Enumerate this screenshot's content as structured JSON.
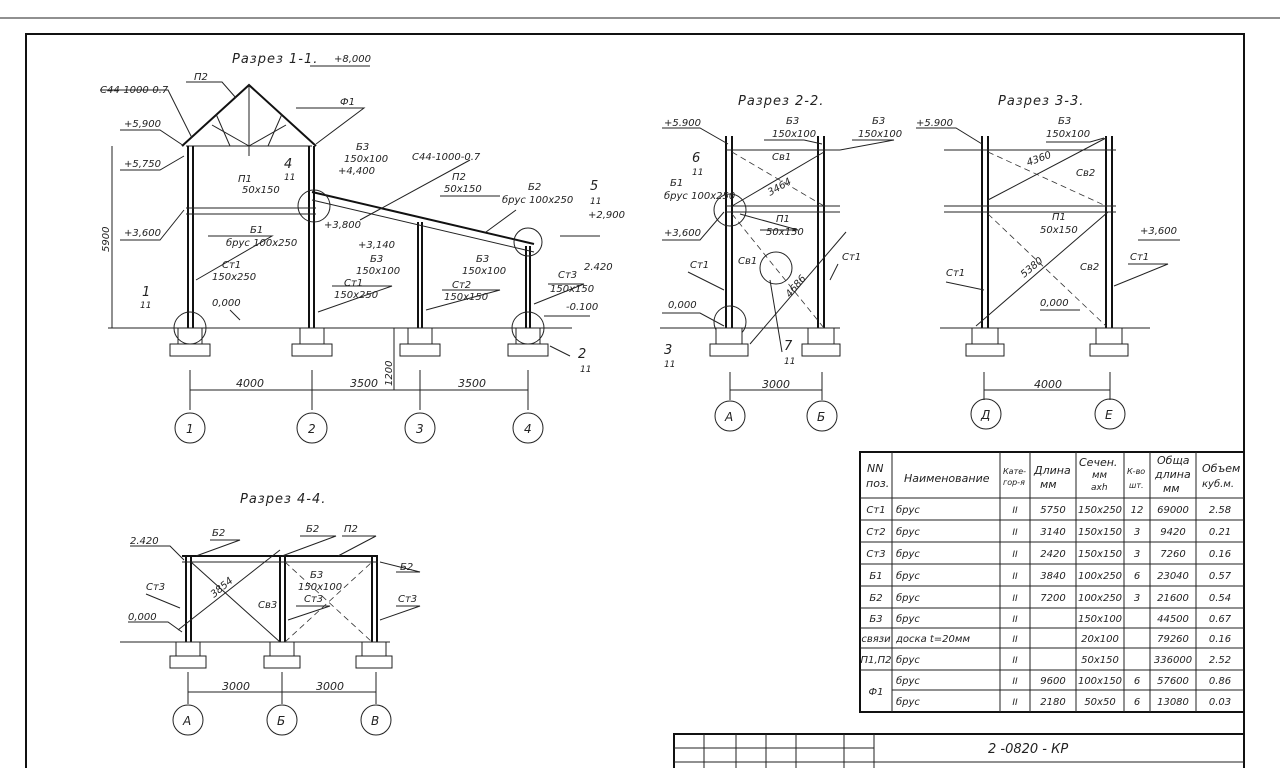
{
  "sections": {
    "s11": {
      "title": "Разрез 1-1.",
      "labels": {
        "c44_a": "С44-1000-0.7",
        "c44_b": "С44-1000-0.7",
        "p2_top": "П2",
        "f1": "Ф1",
        "b3_top": "Б3",
        "b3_top_sec": "150x100",
        "p1": "П1",
        "p1_sec": "50x150",
        "b1": "Б1",
        "b1_sec": "брус 100x250",
        "p2_mid": "П2",
        "p2_mid_sec": "50x150",
        "b2": "Б2",
        "b2_sec": "брус 100x250",
        "b3_mid": "Б3",
        "b3_mid_sec": "150x100",
        "b3_low": "Б3",
        "b3_low_sec": "150x100",
        "st1_a": "Ст1",
        "st1_a_sec": "150x250",
        "st1_b": "Ст1",
        "st1_b_sec": "150x250",
        "st2": "Ст2",
        "st2_sec": "150x150",
        "st3": "Ст3",
        "st3_sec": "150x150",
        "height": "5900",
        "col_gap": "1200"
      },
      "levels": [
        "+8,000",
        "+5,900",
        "+5,750",
        "+4,400",
        "+3,800",
        "+3,600",
        "+3,140",
        "+2,900",
        "2.420",
        "0,000",
        "-0.100"
      ],
      "callouts": [
        {
          "num": "4",
          "sheet": "11"
        },
        {
          "num": "5",
          "sheet": "11"
        },
        {
          "num": "1",
          "sheet": "11"
        },
        {
          "num": "2",
          "sheet": "11"
        }
      ],
      "dims": [
        "4000",
        "3500",
        "3500"
      ],
      "axes": [
        "1",
        "2",
        "3",
        "4"
      ]
    },
    "s22": {
      "title": "Разрез 2-2.",
      "labels": {
        "b3": "Б3",
        "b3_sec": "150x100",
        "sv1_a": "Св1",
        "sv1_b": "Св1",
        "b1": "Б1",
        "b1_sec": "брус 100x250",
        "p1": "П1",
        "p1_sec": "50x150",
        "st1_a": "Ст1",
        "st1_b": "Ст1",
        "diag_a": "3464",
        "diag_b": "4686"
      },
      "levels": [
        "+5.900",
        "+3,600",
        "0,000"
      ],
      "callouts": [
        {
          "num": "6",
          "sheet": "11"
        },
        {
          "num": "3",
          "sheet": "11"
        },
        {
          "num": "7",
          "sheet": "11"
        }
      ],
      "dims": [
        "3000"
      ],
      "axes": [
        "А",
        "Б"
      ]
    },
    "s33": {
      "title": "Разрез 3-3.",
      "labels": {
        "b3": "Б3",
        "b3_sec": "150x100",
        "sv2_a": "Св2",
        "sv2_b": "Св2",
        "p1": "П1",
        "p1_sec": "50x150",
        "st1_a": "Ст1",
        "st1_b": "Ст1",
        "diag_a": "4360",
        "diag_b": "5380"
      },
      "levels": [
        "+5.900",
        "+3,600",
        "0,000"
      ],
      "dims": [
        "4000"
      ],
      "axes": [
        "Д",
        "Е"
      ]
    },
    "s44": {
      "title": "Разрез 4-4.",
      "labels": {
        "b2_a": "Б2",
        "b2_b": "Б2",
        "b2_c": "Б2",
        "p2": "П2",
        "st3_a": "Ст3",
        "st3_b": "Ст3",
        "st3_c": "Ст3",
        "b3": "Б3",
        "b3_sec": "150x100",
        "sv3": "Св3",
        "diag": "3854"
      },
      "levels": [
        "2.420",
        "0,000"
      ],
      "dims": [
        "3000",
        "3000"
      ],
      "axes": [
        "А",
        "Б",
        "В"
      ]
    }
  },
  "spec_table": {
    "headers": {
      "pos_a": "NN",
      "pos_b": "поз.",
      "name": "Наименование",
      "cat_a": "Кате-",
      "cat_b": "гор-я",
      "len_a": "Длина",
      "len_b": "мм",
      "sec_a": "Сечен.",
      "sec_b": "мм",
      "sec_c": "axh",
      "qty_a": "К-во",
      "qty_b": "шт.",
      "tot_a": "Обща",
      "tot_b": "длина",
      "tot_c": "мм",
      "vol_a": "Объем",
      "vol_b": "куб.м."
    },
    "rows": [
      {
        "pos": "Ст1",
        "name": "брус",
        "cat": "II",
        "len": "5750",
        "sec": "150x250",
        "qty": "12",
        "total": "69000",
        "vol": "2.58"
      },
      {
        "pos": "Ст2",
        "name": "брус",
        "cat": "II",
        "len": "3140",
        "sec": "150x150",
        "qty": "3",
        "total": "9420",
        "vol": "0.21"
      },
      {
        "pos": "Ст3",
        "name": "брус",
        "cat": "II",
        "len": "2420",
        "sec": "150x150",
        "qty": "3",
        "total": "7260",
        "vol": "0.16"
      },
      {
        "pos": "Б1",
        "name": "брус",
        "cat": "II",
        "len": "3840",
        "sec": "100x250",
        "qty": "6",
        "total": "23040",
        "vol": "0.57"
      },
      {
        "pos": "Б2",
        "name": "брус",
        "cat": "II",
        "len": "7200",
        "sec": "100x250",
        "qty": "3",
        "total": "21600",
        "vol": "0.54"
      },
      {
        "pos": "Б3",
        "name": "брус",
        "cat": "II",
        "len": "",
        "sec": "150x100",
        "qty": "",
        "total": "44500",
        "vol": "0.67"
      },
      {
        "pos": "связи",
        "name": "доска t=20мм",
        "cat": "II",
        "len": "",
        "sec": "20x100",
        "qty": "",
        "total": "79260",
        "vol": "0.16"
      },
      {
        "pos": "П1,П2",
        "name": "брус",
        "cat": "II",
        "len": "",
        "sec": "50x150",
        "qty": "",
        "total": "336000",
        "vol": "2.52"
      },
      {
        "pos": "Ф1",
        "name": "брус",
        "cat": "II",
        "len": "9600",
        "sec": "100x150",
        "qty": "6",
        "total": "57600",
        "vol": "0.86"
      },
      {
        "pos": "",
        "name": "брус",
        "cat": "II",
        "len": "2180",
        "sec": "50x50",
        "qty": "6",
        "total": "13080",
        "vol": "0.03"
      }
    ]
  },
  "title_block": {
    "code": "2 -0820 -  КР"
  }
}
